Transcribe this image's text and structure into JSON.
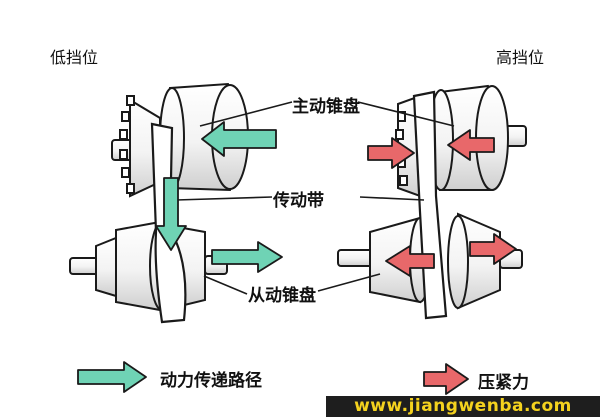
{
  "labels": {
    "low_gear": "低挡位",
    "high_gear": "高挡位",
    "drive_cone": "主动锥盘",
    "belt": "传动带",
    "driven_cone": "从动锥盘"
  },
  "legend": {
    "power_path": "动力传递路径",
    "clamp_force": "压紧力"
  },
  "watermark": "www.jiangwenba.com",
  "colors": {
    "power_arrow": "#6fd3b5",
    "force_arrow": "#e8686a",
    "outline": "#1a1a1a"
  }
}
